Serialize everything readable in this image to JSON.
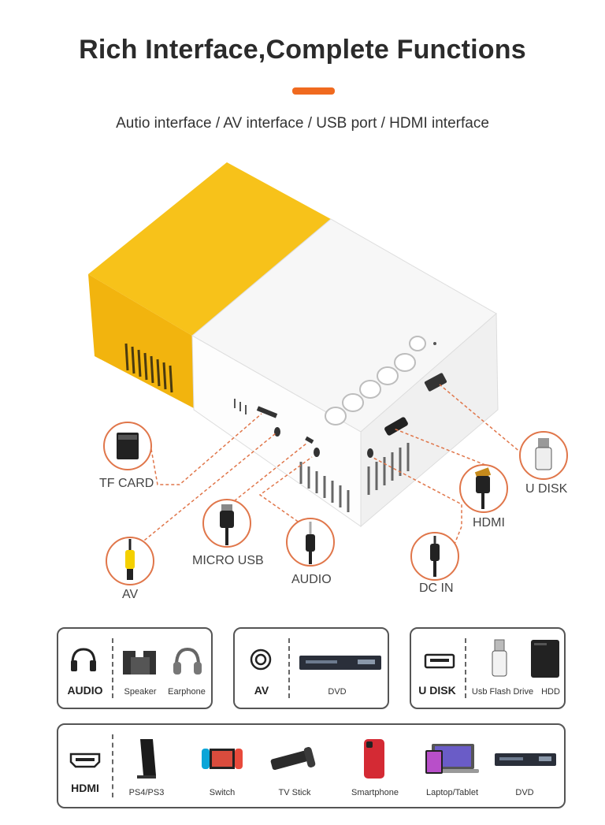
{
  "header": {
    "title": "Rich Interface,Complete Functions",
    "subtitle": "Autio interface / AV interface / USB port / HDMI interface"
  },
  "callouts": {
    "tf_card": "TF CARD",
    "av": "AV",
    "micro_usb": "MICRO USB",
    "audio": "AUDIO",
    "dc_in": "DC IN",
    "hdmi": "HDMI",
    "u_disk": "U DISK"
  },
  "panels": {
    "audio": {
      "label": "AUDIO",
      "items": [
        "Speaker",
        "Earphone"
      ]
    },
    "av": {
      "label": "AV",
      "items": [
        "DVD"
      ]
    },
    "udisk": {
      "label": "U DISK",
      "items": [
        "Usb Flash Drive",
        "HDD"
      ]
    },
    "hdmi": {
      "label": "HDMI",
      "items": [
        "PS4/PS3",
        "Switch",
        "TV Stick",
        "Smartphone",
        "Laptop/Tablet",
        "DVD"
      ]
    }
  },
  "colors": {
    "accent": "#f06a1f",
    "projector_yellow": "#f5b800",
    "callout_line": "#e0764a"
  }
}
